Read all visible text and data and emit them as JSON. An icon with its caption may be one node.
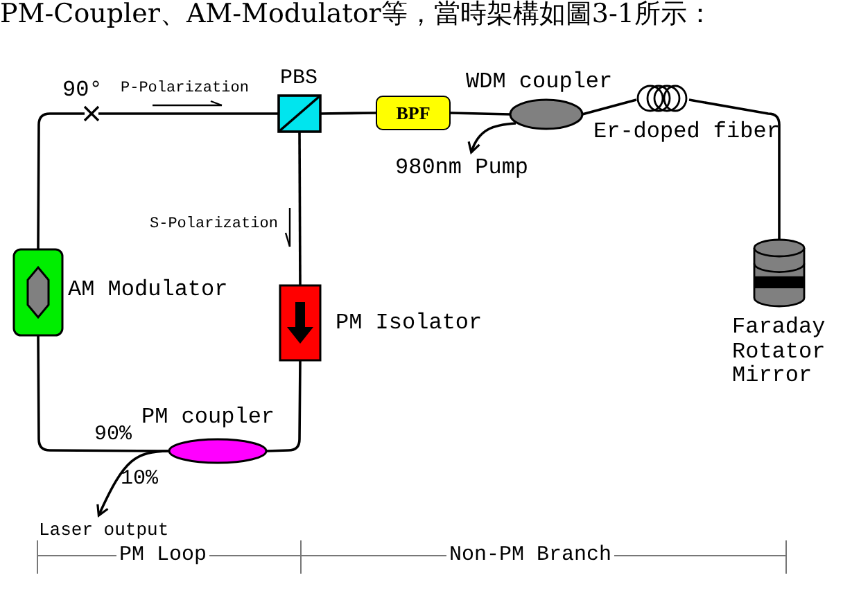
{
  "diagram": {
    "nodes": [
      {
        "text": [
          "PBS"
        ]
      },
      {
        "text": [
          "BPF"
        ]
      },
      {
        "text": [
          "WDM coupler"
        ]
      },
      {
        "text": [
          "Er-doped fiber"
        ]
      },
      {
        "text": [
          "Faraday Rotator Mirror"
        ]
      },
      {
        "text": [
          "PM Isolator"
        ]
      },
      {
        "text": [
          "PM coupler"
        ]
      },
      {
        "text": [
          "AM Modulator"
        ]
      },
      {
        "text": [
          "90°"
        ]
      },
      {
        "text": [
          "980nm Pump"
        ]
      },
      {
        "text": [
          "Laser output"
        ]
      }
    ],
    "edges": [
      {
        "from": 7,
        "to": 8,
        "arrow": "none"
      },
      {
        "from": 8,
        "to": 0,
        "arrow": "none"
      },
      {
        "from": 0,
        "to": 1,
        "arrow": "none"
      },
      {
        "from": 1,
        "to": 2,
        "arrow": "none"
      },
      {
        "from": 2,
        "to": 3,
        "arrow": "none"
      },
      {
        "from": 3,
        "to": 4,
        "arrow": "none"
      },
      {
        "from": 0,
        "to": 5,
        "arrow": "none"
      },
      {
        "from": 5,
        "to": 6,
        "arrow": "none"
      },
      {
        "from": 6,
        "to": 7,
        "arrow": "none",
        "label": "90%"
      },
      {
        "from": 2,
        "to": 9,
        "arrow": "to"
      },
      {
        "from": 6,
        "to": 10,
        "arrow": "to",
        "label": "10%"
      }
    ],
    "labels": [
      "PM-Coupler、AM-Modulator等，當時架構如圖3-1所示：",
      "P-Polarization",
      "S-Polarization",
      "PM Loop",
      "Non-PM Branch"
    ]
  }
}
